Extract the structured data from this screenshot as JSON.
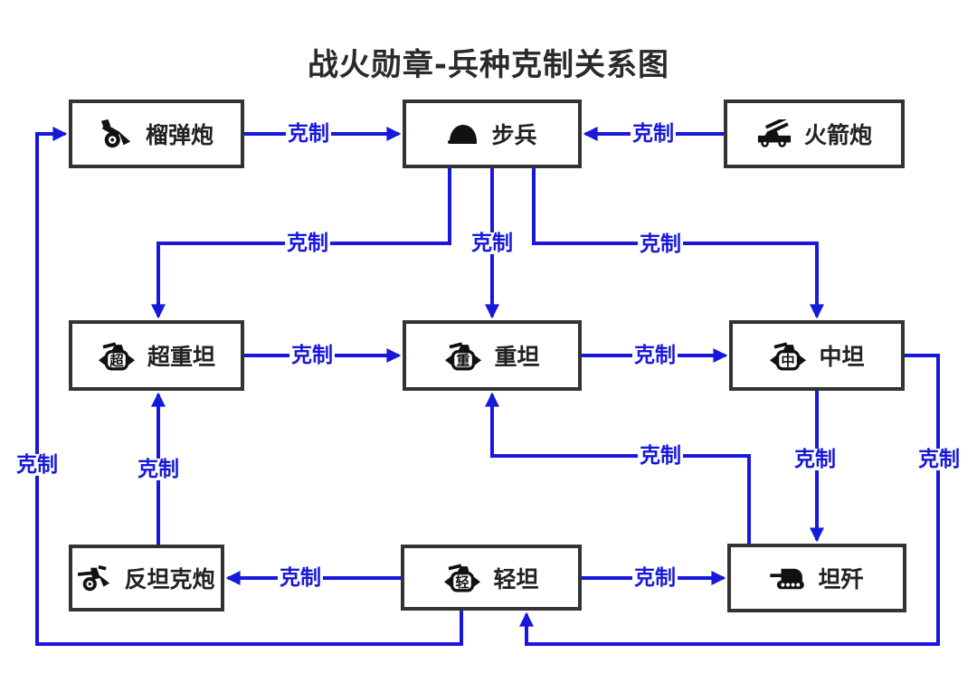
{
  "title": "战火勋章-兵种克制关系图",
  "colors": {
    "accent_blue": "#1818dc",
    "box_border": "#333333",
    "text_dark": "#2a2a2a",
    "background": "#ffffff"
  },
  "nodes": [
    {
      "id": "howitzer",
      "label": "榴弹炮",
      "icon": "howitzer-icon"
    },
    {
      "id": "infantry",
      "label": "步兵",
      "icon": "helmet-icon"
    },
    {
      "id": "rocket",
      "label": "火箭炮",
      "icon": "rocket-launcher-icon"
    },
    {
      "id": "superheavy",
      "label": "超重坦",
      "icon": "tank-icon",
      "icon_char": "超"
    },
    {
      "id": "heavy",
      "label": "重坦",
      "icon": "tank-icon",
      "icon_char": "重"
    },
    {
      "id": "medium",
      "label": "中坦",
      "icon": "tank-icon",
      "icon_char": "中"
    },
    {
      "id": "antitank",
      "label": "反坦克炮",
      "icon": "antitank-gun-icon"
    },
    {
      "id": "light",
      "label": "轻坦",
      "icon": "tank-icon",
      "icon_char": "轻"
    },
    {
      "id": "tankdestroyer",
      "label": "坦歼",
      "icon": "tank-destroyer-icon"
    }
  ],
  "edges": [
    {
      "from": "howitzer",
      "to": "infantry",
      "label": "克制"
    },
    {
      "from": "rocket",
      "to": "infantry",
      "label": "克制"
    },
    {
      "from": "infantry",
      "to": "superheavy",
      "label": "克制"
    },
    {
      "from": "infantry",
      "to": "heavy",
      "label": "克制"
    },
    {
      "from": "infantry",
      "to": "medium",
      "label": "克制"
    },
    {
      "from": "superheavy",
      "to": "heavy",
      "label": "克制"
    },
    {
      "from": "heavy",
      "to": "medium",
      "label": "克制"
    },
    {
      "from": "antitank",
      "to": "superheavy",
      "label": "克制"
    },
    {
      "from": "tankdestroyer",
      "to": "heavy",
      "label": "克制"
    },
    {
      "from": "medium",
      "to": "tankdestroyer",
      "label": "克制"
    },
    {
      "from": "medium",
      "to": "light",
      "label": "克制"
    },
    {
      "from": "light",
      "to": "antitank",
      "label": "克制"
    },
    {
      "from": "light",
      "to": "tankdestroyer",
      "label": "克制"
    },
    {
      "from": "light",
      "to": "howitzer",
      "label": "克制"
    }
  ]
}
